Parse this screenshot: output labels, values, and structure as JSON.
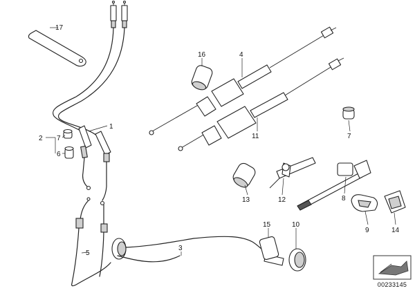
{
  "diagram": {
    "callouts": {
      "c1": "1",
      "c2": "2",
      "c3": "3",
      "c4": "4",
      "c5": "5",
      "c6": "6",
      "c7a": "7",
      "c7b": "7",
      "c8": "8",
      "c9": "9",
      "c10": "10",
      "c11": "11",
      "c12": "12",
      "c13": "13",
      "c14": "14",
      "c15": "15",
      "c16": "16",
      "c17": "17"
    },
    "catalog_number": "00233145"
  }
}
